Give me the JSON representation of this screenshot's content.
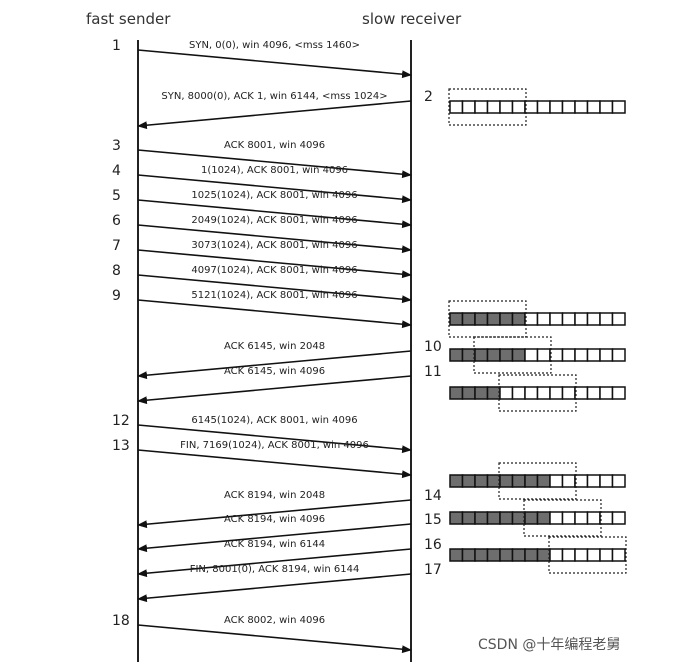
{
  "headers": {
    "sender": "fast sender",
    "receiver": "slow receiver"
  },
  "messages": [
    {
      "num": "1",
      "label": "SYN, 0(0), win 4096, <mss 1460>",
      "dir": "right"
    },
    {
      "num": "2",
      "label": "SYN, 8000(0), ACK 1, win 6144, <mss 1024>",
      "dir": "left"
    },
    {
      "num": "3",
      "label": "ACK 8001, win 4096",
      "dir": "right"
    },
    {
      "num": "4",
      "label": "1(1024), ACK 8001, win 4096",
      "dir": "right"
    },
    {
      "num": "5",
      "label": "1025(1024), ACK 8001, win 4096",
      "dir": "right"
    },
    {
      "num": "6",
      "label": "2049(1024), ACK 8001, win 4096",
      "dir": "right"
    },
    {
      "num": "7",
      "label": "3073(1024), ACK 8001, win 4096",
      "dir": "right"
    },
    {
      "num": "8",
      "label": "4097(1024), ACK 8001, win 4096",
      "dir": "right"
    },
    {
      "num": "9",
      "label": "5121(1024), ACK 8001, win 4096",
      "dir": "right"
    },
    {
      "num": "10",
      "label": "ACK 6145, win 2048",
      "dir": "left"
    },
    {
      "num": "11",
      "label": "ACK 6145, win 4096",
      "dir": "left"
    },
    {
      "num": "12",
      "label": "6145(1024), ACK 8001, win 4096",
      "dir": "right"
    },
    {
      "num": "13",
      "label": "FIN, 7169(1024), ACK 8001, win 4096",
      "dir": "right"
    },
    {
      "num": "14",
      "label": "ACK 8194, win 2048",
      "dir": "left"
    },
    {
      "num": "15",
      "label": "ACK 8194, win 4096",
      "dir": "left"
    },
    {
      "num": "16",
      "label": "ACK 8194, win 6144",
      "dir": "left"
    },
    {
      "num": "17",
      "label": "FIN, 8001(0), ACK 8194, win 6144",
      "dir": "left"
    },
    {
      "num": "18",
      "label": "ACK 8002, win 4096",
      "dir": "right"
    }
  ],
  "buffers": [
    {
      "name": "buffer-after-2",
      "filled": 0,
      "window_start": 0,
      "window_len": 6
    },
    {
      "name": "buffer-after-9",
      "filled": 6,
      "window_start": 0,
      "window_len": 6
    },
    {
      "name": "buffer-after-10",
      "filled": 6,
      "window_start": 2,
      "window_len": 6
    },
    {
      "name": "buffer-after-11",
      "filled": 4,
      "window_start": 4,
      "window_len": 6
    },
    {
      "name": "buffer-after-13",
      "filled": 8,
      "window_start": 4,
      "window_len": 6
    },
    {
      "name": "buffer-after-14",
      "filled": 8,
      "window_start": 6,
      "window_len": 6
    },
    {
      "name": "buffer-after-15",
      "filled": 8,
      "window_start": 8,
      "window_len": 6
    }
  ],
  "buffer_cells": 14,
  "watermark": "CSDN @十年编程老舅"
}
